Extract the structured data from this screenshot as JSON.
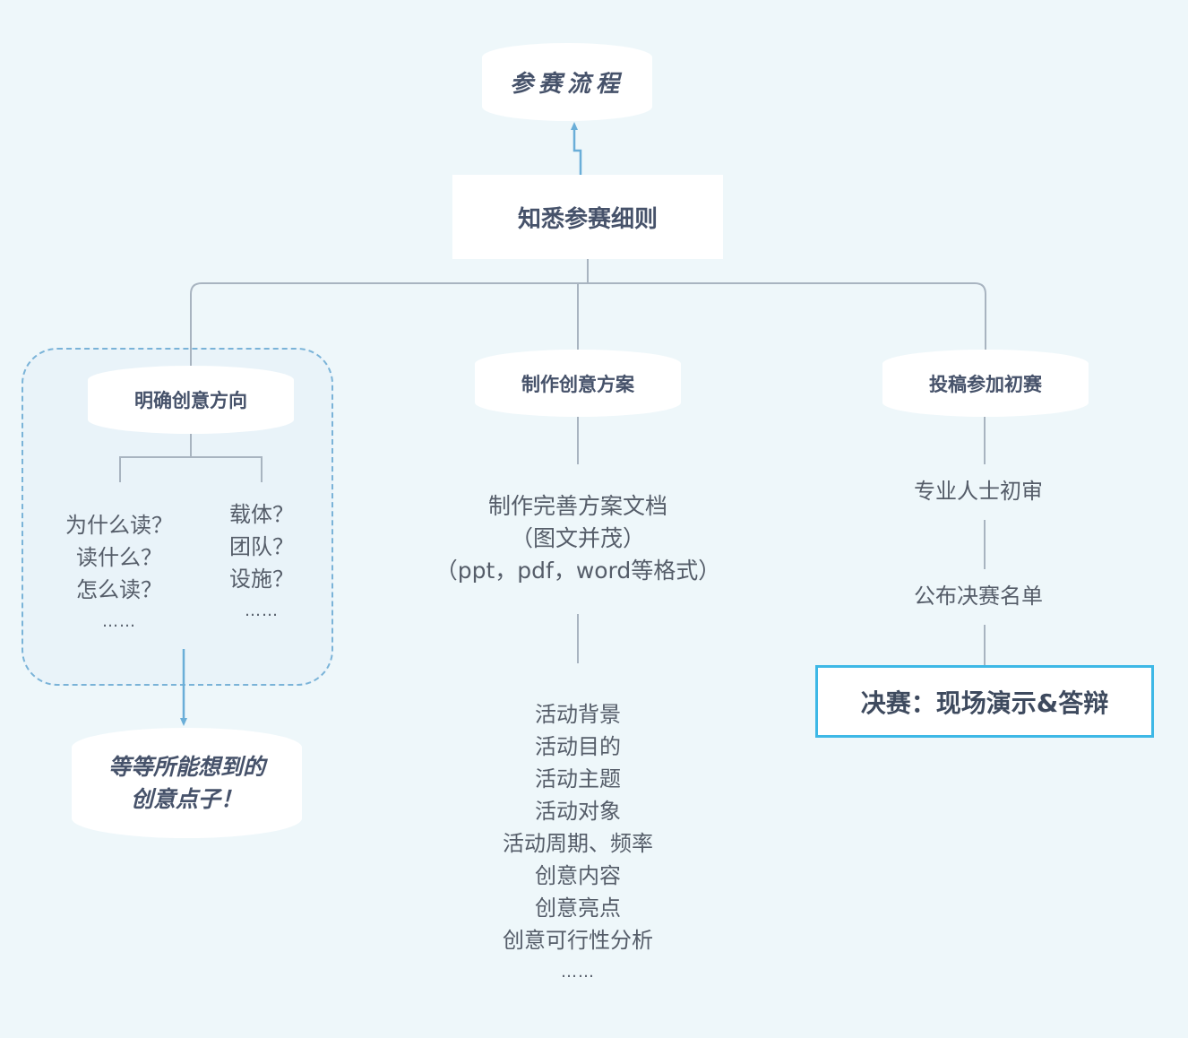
{
  "title": "参赛流程",
  "root": "知悉参赛细则",
  "branches": {
    "left": {
      "label": "明确创意方向",
      "col1": [
        "为什么读？",
        "读什么？",
        "怎么读？",
        "……"
      ],
      "col2": [
        "载体？",
        "团队？",
        "设施？",
        "……"
      ],
      "result": [
        "等等所能想到的",
        "创意点子！"
      ]
    },
    "middle": {
      "label": "制作创意方案",
      "doc": [
        "制作完善方案文档",
        "（图文并茂）",
        "（ppt，pdf，word等格式）"
      ],
      "items": [
        "活动背景",
        "活动目的",
        "活动主题",
        "活动对象",
        "活动周期、频率",
        "创意内容",
        "创意亮点",
        "创意可行性分析",
        "……"
      ]
    },
    "right": {
      "label": "投稿参加初赛",
      "steps": [
        "专业人士初审",
        "公布决赛名单"
      ],
      "final": "决赛：现场演示&答辩"
    }
  },
  "colors": {
    "background": "#eef7fa",
    "accent": "#3db8e6",
    "connector": "#a8b4c0",
    "arrow": "#6aaed8"
  }
}
